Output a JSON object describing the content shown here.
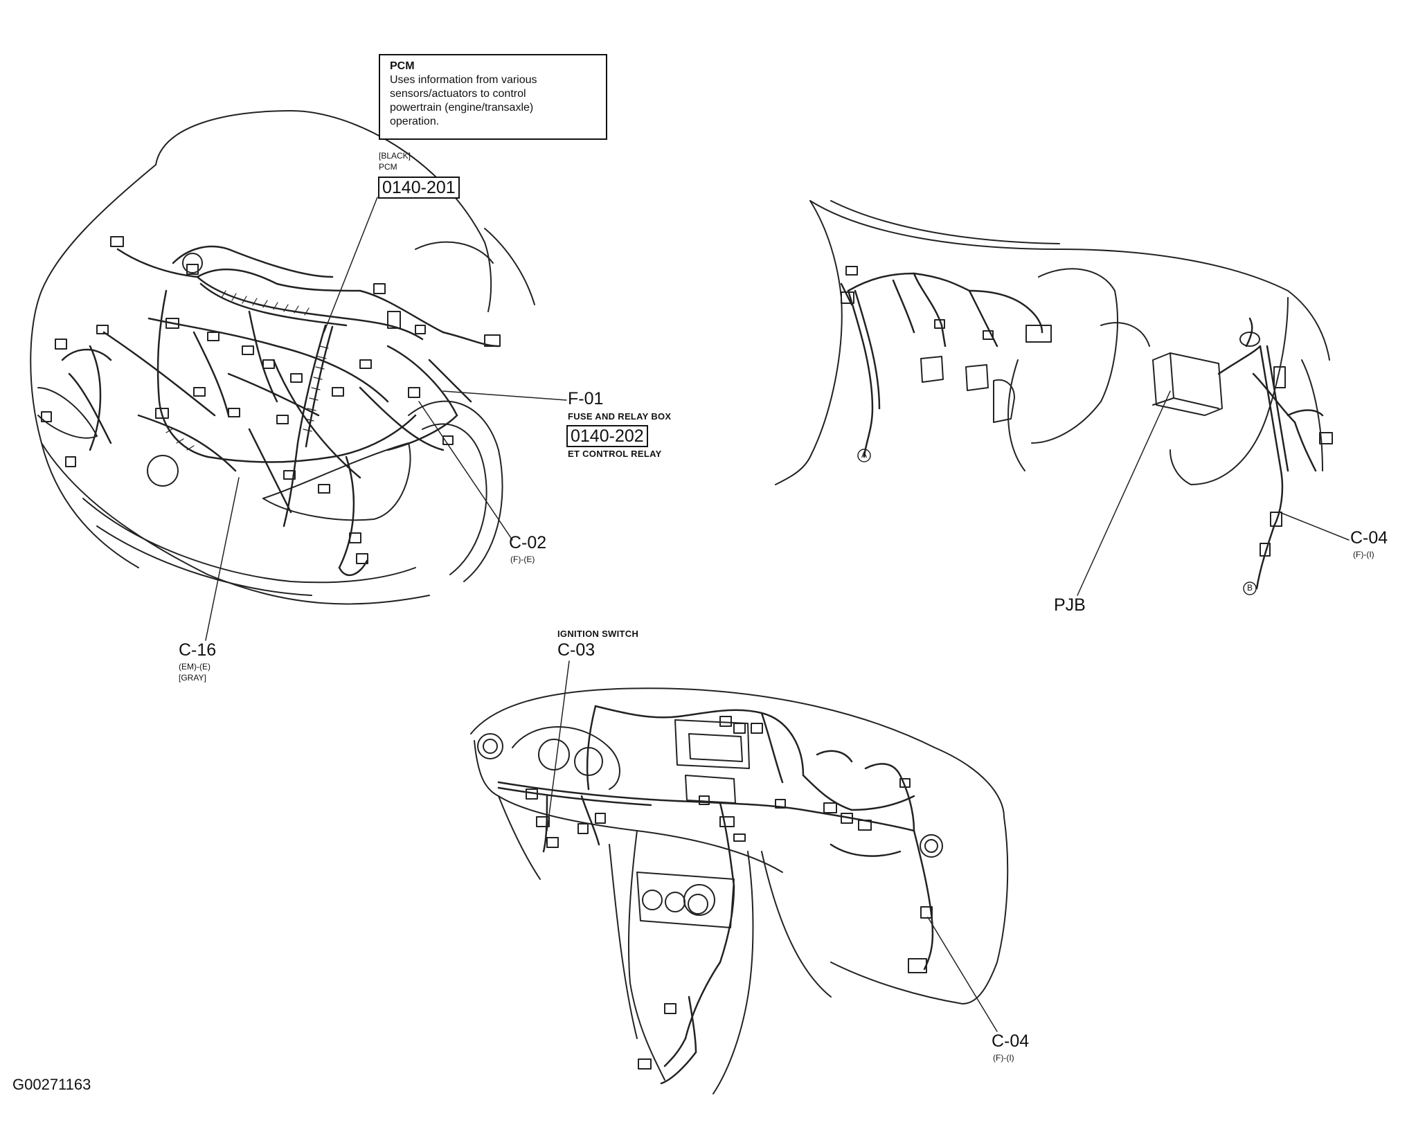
{
  "callout": {
    "title": "PCM",
    "description": "Uses information from various\nsensors/actuators to control\npowertrain (engine/transaxle)\noperation."
  },
  "pcm": {
    "color_note": "[BLACK]",
    "name": "PCM",
    "code": "0140-201"
  },
  "f01": {
    "id": "F-01",
    "name": "FUSE AND RELAY BOX",
    "code": "0140-202",
    "relay": "ET CONTROL RELAY"
  },
  "c02": {
    "id": "C-02",
    "sub": "(F)-(E)"
  },
  "c16": {
    "id": "C-16",
    "sub": "(EM)-(E)",
    "color_note": "[GRAY]"
  },
  "ignition": {
    "name": "IGNITION SWITCH",
    "id": "C-03"
  },
  "c04_top": {
    "id": "C-04",
    "sub": "(F)-(I)"
  },
  "c04_bottom": {
    "id": "C-04",
    "sub": "(F)-(I)"
  },
  "pjb": {
    "id": "PJB"
  },
  "markers": {
    "a": "A",
    "b": "B"
  },
  "figure_id": "G00271163"
}
